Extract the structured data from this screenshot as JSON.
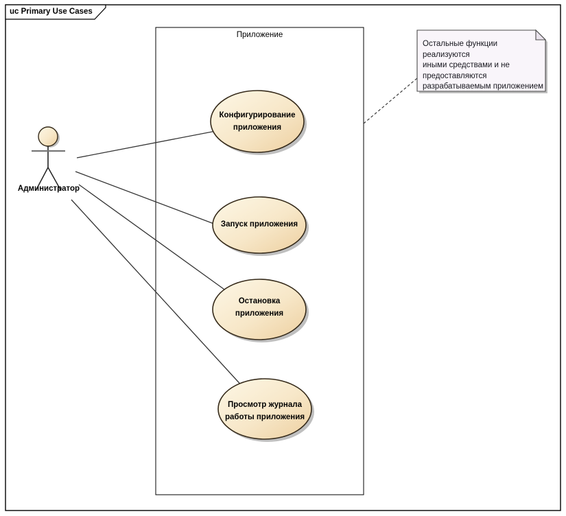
{
  "frame": {
    "label": "uc Primary Use Cases"
  },
  "system_boundary": {
    "label": "Приложение"
  },
  "actor": {
    "label": "Администратор"
  },
  "use_cases": [
    {
      "label": "Конфигурирование приложения"
    },
    {
      "label": "Запуск приложения"
    },
    {
      "label": "Остановка приложения"
    },
    {
      "label": "Просмотр журнала работы приложения"
    }
  ],
  "note": {
    "lines": [
      "Остальные функции реализуются",
      "иными средствами и не",
      "предоставляются",
      "разрабатываемым приложением"
    ]
  },
  "colors": {
    "shape_fill_light": "#fdf7e6",
    "shape_fill_dark": "#edcf9f",
    "shape_border": "#352a1a",
    "shadow": "#bfbfbf",
    "note_fill": "#f9f5fa",
    "note_fold": "#e9e2ec",
    "note_border": "#4a4a4a",
    "connector_line": "#333333",
    "frame_border": "#000000"
  }
}
